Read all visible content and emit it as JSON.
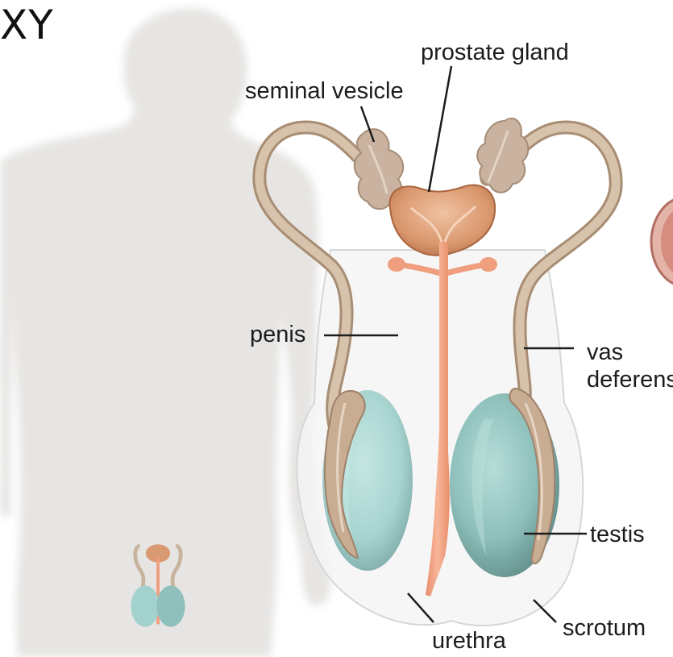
{
  "title_fragment": "XY",
  "labels": {
    "prostate_gland": "prostate gland",
    "seminal_vesicle": "seminal vesicle",
    "penis": "penis",
    "vas_deferens_line1": "vas",
    "vas_deferens_line2": "deferens",
    "testis": "testis",
    "scrotum": "scrotum",
    "urethra": "urethra"
  },
  "colors": {
    "body_silhouette": "#e7e5e3",
    "vas_deferens": "#c8b49e",
    "prostate": "#d99a72",
    "urethra": "#ef9e7e",
    "testis": "#9fcfcc",
    "epididymis": "#c9ad92",
    "leader_line": "#1c1c1c"
  }
}
